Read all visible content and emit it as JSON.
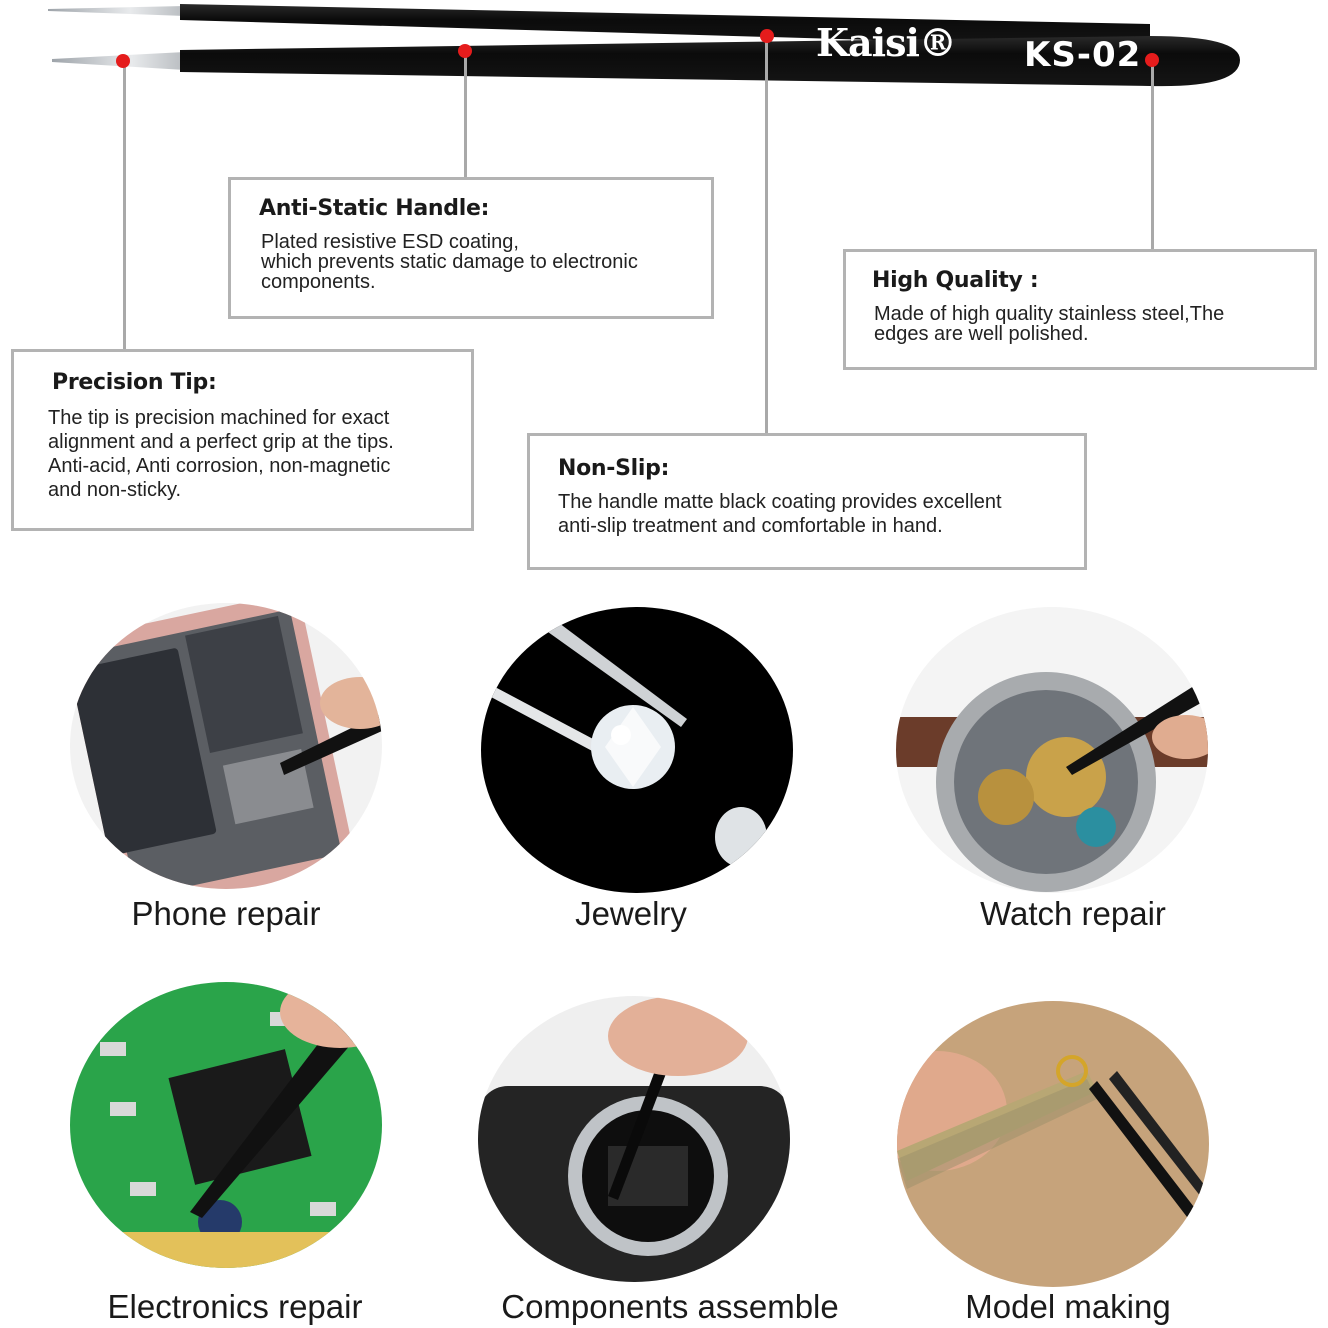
{
  "product": {
    "brand": "Kaisi®",
    "model": "KS-02",
    "colors": {
      "handle": "#0d0d0d",
      "steel": "#c8ccd0",
      "marker": "#e51c1c",
      "border": "#b3b3b3"
    }
  },
  "callouts": [
    {
      "id": "anti-static",
      "title": "Anti-Static Handle:",
      "lines": [
        "Plated resistive ESD coating,",
        "which prevents static damage to electronic",
        "components."
      ]
    },
    {
      "id": "high-quality",
      "title": "High Quality :",
      "lines": [
        "Made of high quality stainless steel,The",
        "edges are well polished."
      ]
    },
    {
      "id": "precision-tip",
      "title": "Precision Tip:",
      "lines": [
        "The tip is precision machined for exact",
        "alignment and a perfect grip at the tips.",
        "Anti-acid, Anti corrosion, non-magnetic",
        "and non-sticky."
      ]
    },
    {
      "id": "non-slip",
      "title": "Non-Slip:",
      "lines": [
        "The handle matte black coating provides excellent",
        "anti-slip treatment and comfortable in hand."
      ]
    }
  ],
  "uses": [
    {
      "label": "Phone repair",
      "icon": "phone-repair-photo"
    },
    {
      "label": "Jewelry",
      "icon": "jewelry-photo"
    },
    {
      "label": "Watch repair",
      "icon": "watch-repair-photo"
    },
    {
      "label": "Electronics repair",
      "icon": "electronics-repair-photo"
    },
    {
      "label": "Components assemble",
      "icon": "components-assemble-photo"
    },
    {
      "label": "Model making",
      "icon": "model-making-photo"
    }
  ]
}
